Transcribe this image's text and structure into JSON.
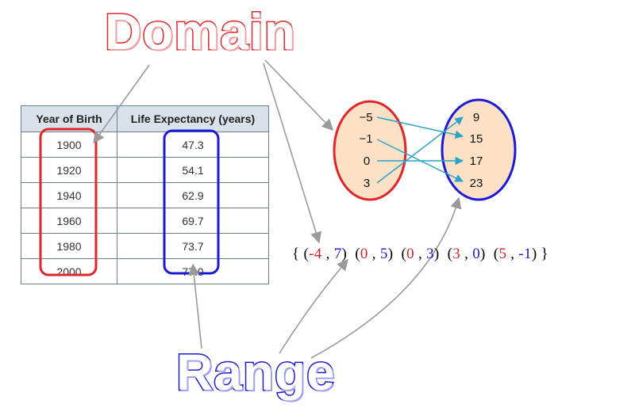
{
  "titles": {
    "domain": "Domain",
    "range": "Range"
  },
  "table": {
    "headers": [
      "Year of Birth",
      "Life Expectancy (years)"
    ],
    "rows": [
      [
        "1900",
        "47.3"
      ],
      [
        "1920",
        "54.1"
      ],
      [
        "1940",
        "62.9"
      ],
      [
        "1960",
        "69.7"
      ],
      [
        "1980",
        "73.7"
      ],
      [
        "2000",
        "77.0"
      ]
    ]
  },
  "mapping": {
    "domain": [
      "−5",
      "−1",
      "0",
      "3"
    ],
    "range": [
      "9",
      "15",
      "17",
      "23"
    ]
  },
  "ordered_pairs": [
    {
      "x": "-4",
      "y": "7"
    },
    {
      "x": "0",
      "y": "5"
    },
    {
      "x": "0",
      "y": "3"
    },
    {
      "x": "3",
      "y": "0"
    },
    {
      "x": "5",
      "y": "-1"
    }
  ],
  "colors": {
    "domain_red": "#e0262b",
    "range_blue": "#1a1ad8",
    "oval_fill": "#fde1c6",
    "map_arrow": "#2aa3c8",
    "pointer_arrow": "#9a9a9a"
  }
}
